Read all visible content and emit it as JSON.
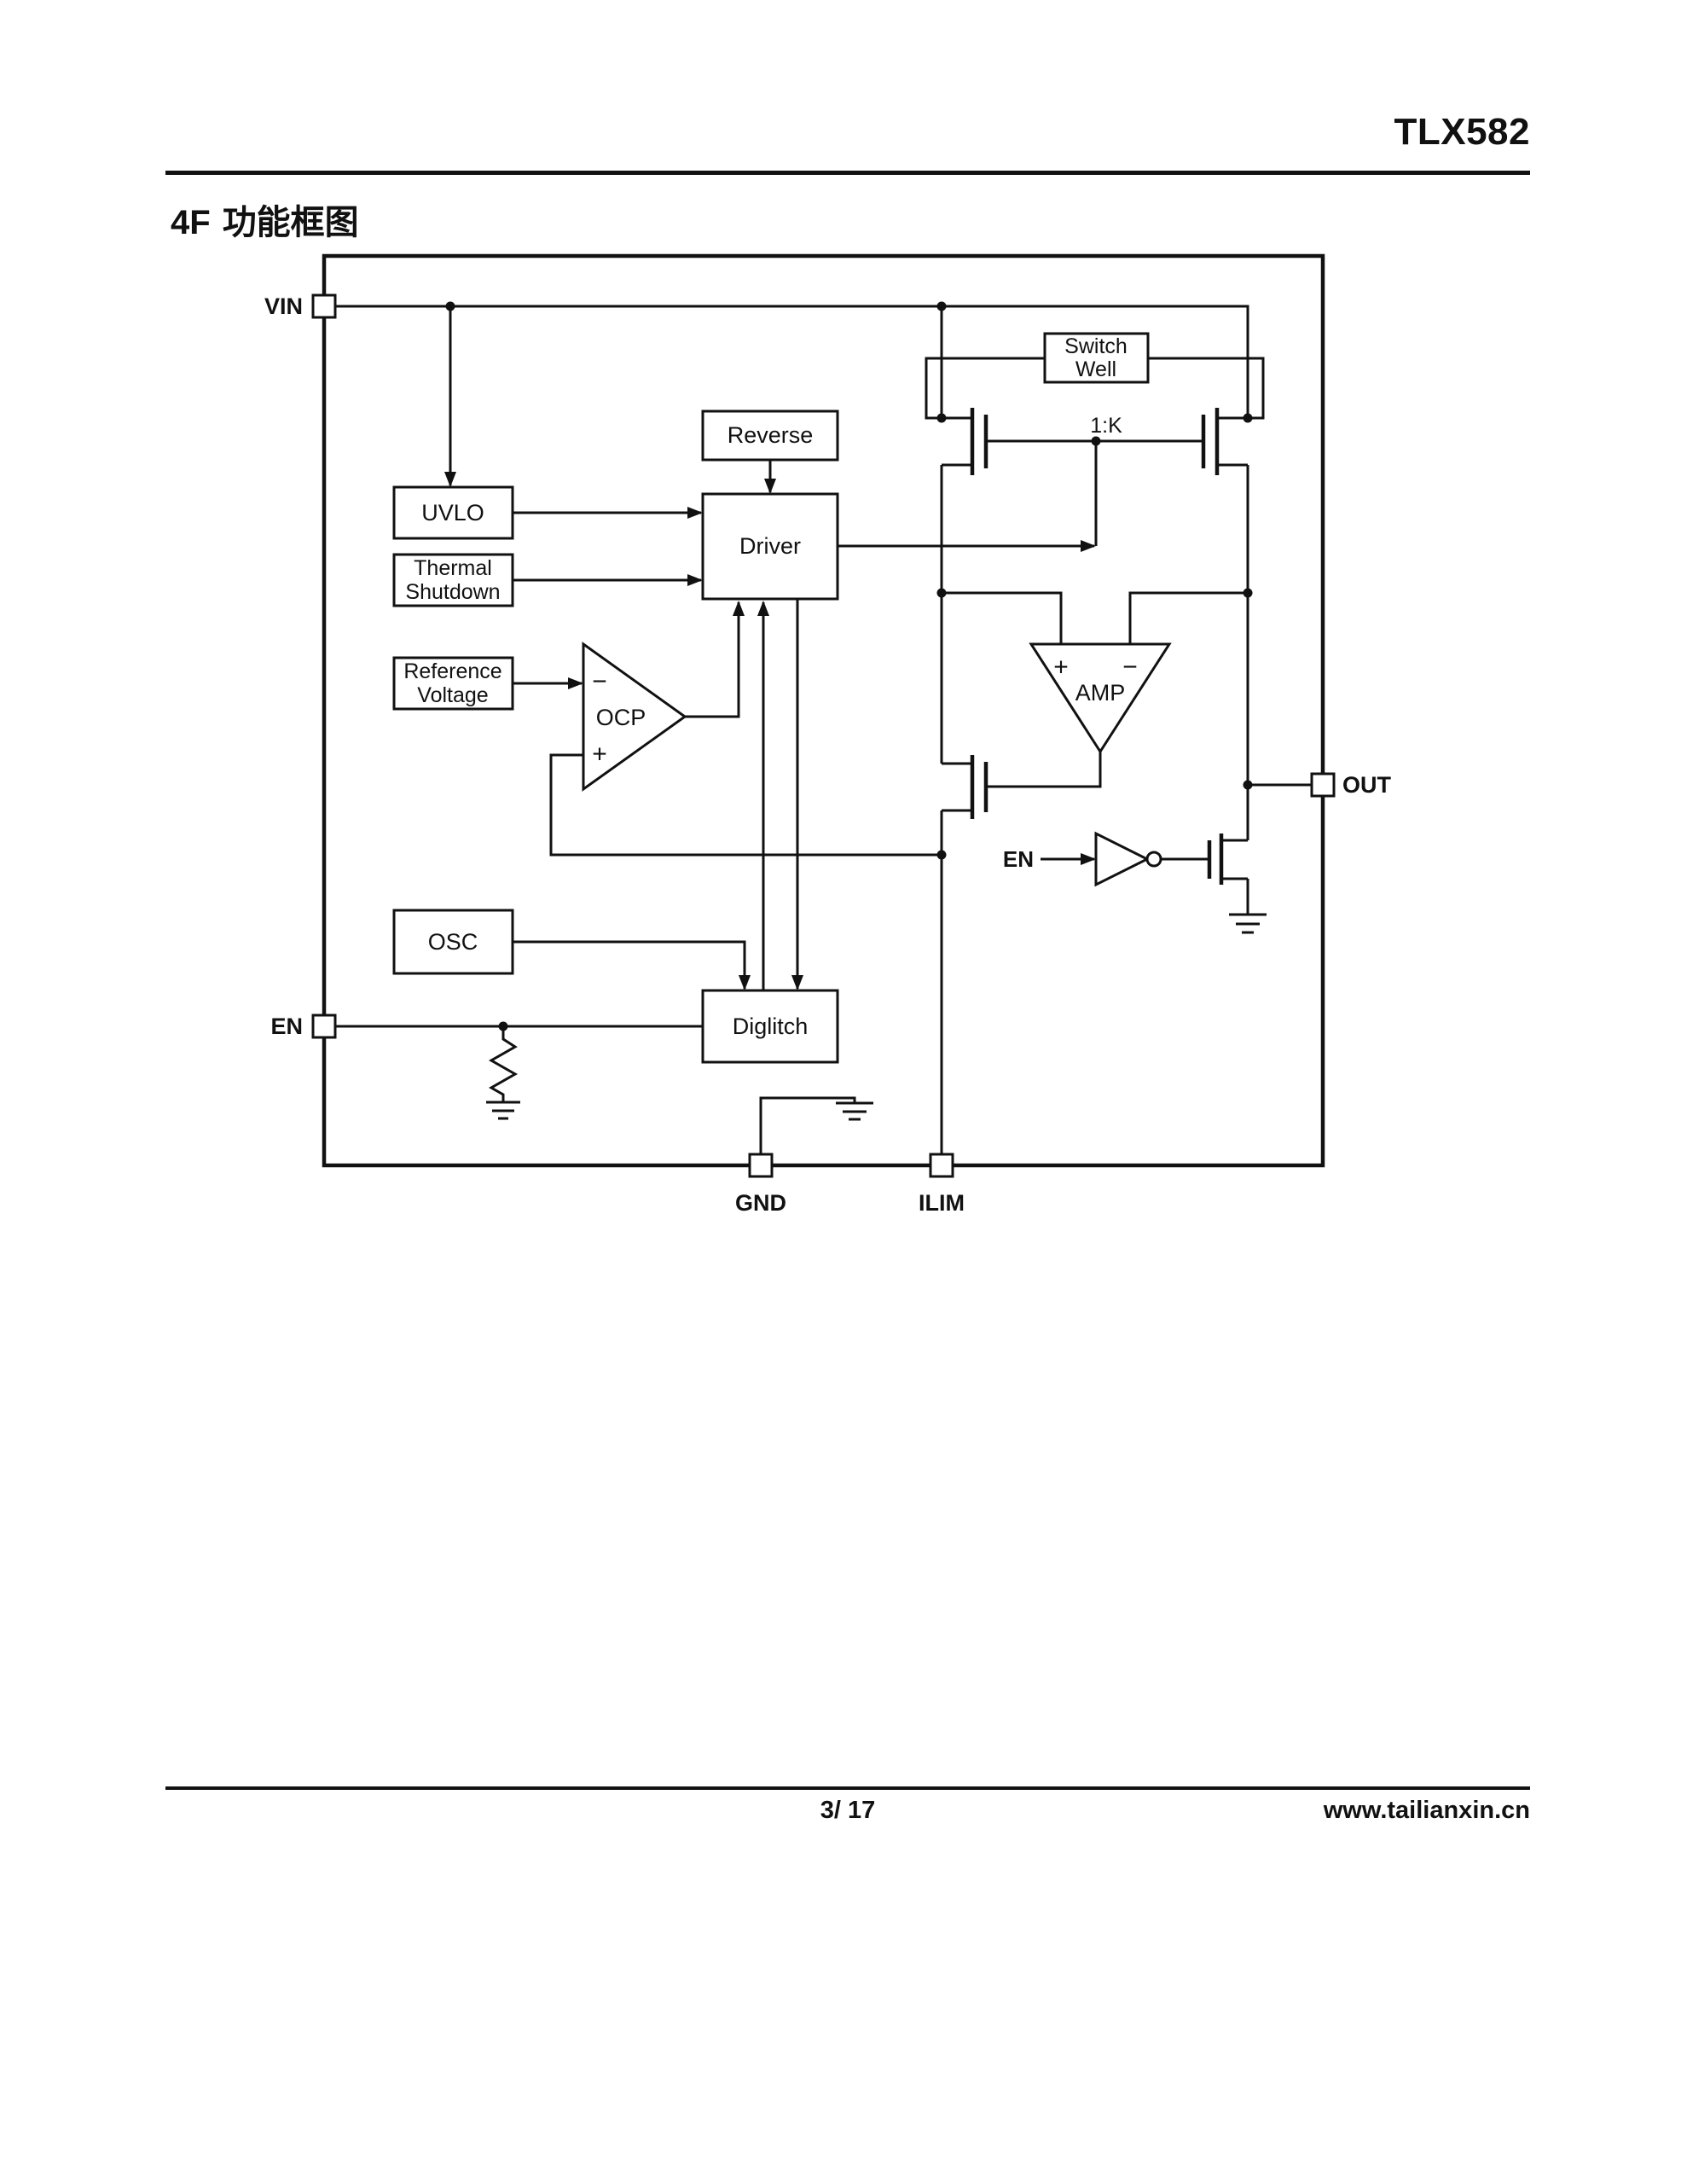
{
  "page": {
    "title": "TLX582",
    "section_number": "4F",
    "section_title": "功能框图",
    "footer_page": "3/ 17",
    "footer_site": "www.tailianxin.cn"
  },
  "colors": {
    "ink": "#111111",
    "background": "#ffffff"
  },
  "diagram": {
    "pins": {
      "vin": "VIN",
      "en": "EN",
      "out": "OUT",
      "gnd": "GND",
      "ilim": "ILIM"
    },
    "blocks": {
      "uvlo": "UVLO",
      "thermal": [
        "Thermal",
        "Shutdown"
      ],
      "reference": [
        "Reference",
        "Voltage"
      ],
      "osc": "OSC",
      "reverse": "Reverse",
      "driver": "Driver",
      "diglitch": "Diglitch",
      "switch_well": [
        "Switch",
        "Well"
      ],
      "ocp": "OCP",
      "amp": "AMP"
    },
    "labels": {
      "ratio": "1:K",
      "inverter_input": "EN",
      "ocp_in_top": "−",
      "ocp_in_bottom": "+",
      "amp_in_left": "+",
      "amp_in_right": "−"
    }
  }
}
